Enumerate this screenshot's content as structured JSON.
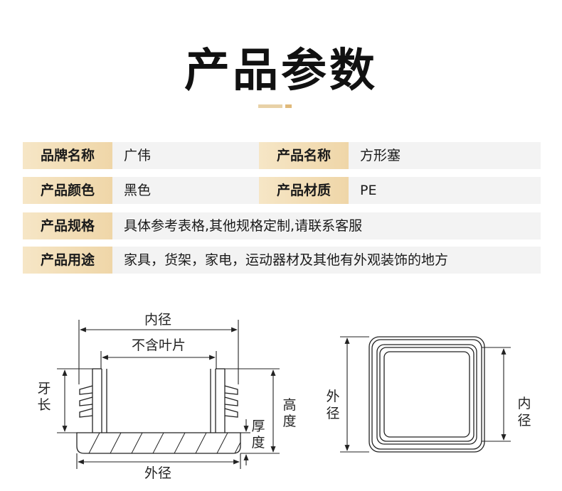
{
  "title": "产品参数",
  "specs": {
    "brand_label": "品牌名称",
    "brand_value": "广伟",
    "name_label": "产品名称",
    "name_value": "方形塞",
    "color_label": "产品颜色",
    "color_value": "黑色",
    "material_label": "产品材质",
    "material_value": "PE",
    "spec_label": "产品规格",
    "spec_value": "具体参考表格,其他规格定制,请联系客服",
    "usage_label": "产品用途",
    "usage_value": "家具，货架，家电，运动器材及其他有外观装饰的地方"
  },
  "diagram": {
    "inner_diameter": "内径",
    "without_fins": "不含叶片",
    "fin_length_1": "牙",
    "fin_length_2": "长",
    "height_1": "高",
    "height_2": "度",
    "thickness_1": "厚",
    "thickness_2": "度",
    "outer_diameter": "外径",
    "outer_diameter_v1": "外",
    "outer_diameter_v2": "径",
    "inner_diameter_v1": "内",
    "inner_diameter_v2": "径"
  }
}
